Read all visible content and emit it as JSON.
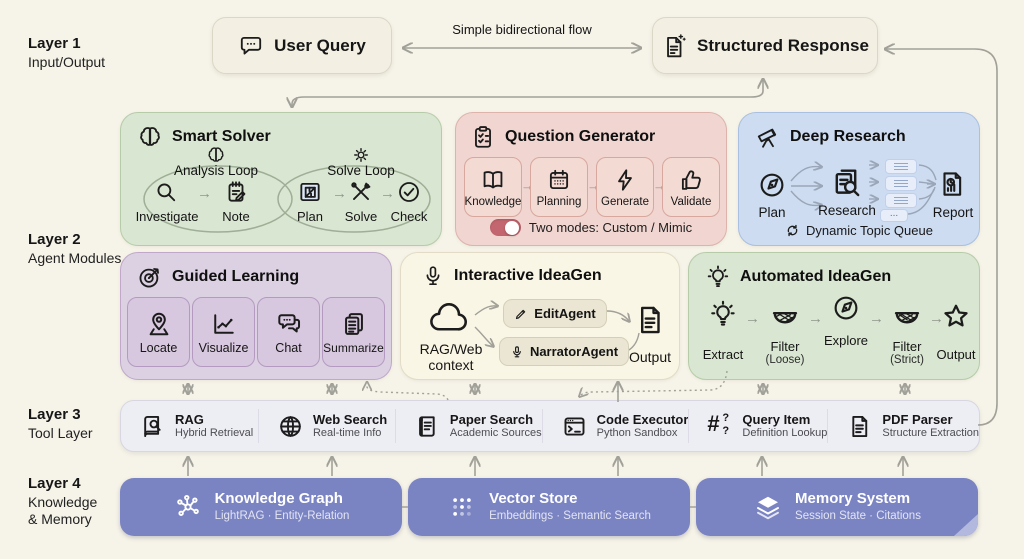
{
  "labels": {
    "layer1": {
      "title": "Layer 1",
      "subtitle": "Input/Output"
    },
    "layer2": {
      "title": "Layer 2",
      "subtitle": "Agent Modules"
    },
    "layer3": {
      "title": "Layer 3",
      "subtitle": "Tool Layer"
    },
    "layer4": {
      "title": "Layer 4",
      "subtitle_line1": "Knowledge",
      "subtitle_line2": "& Memory"
    }
  },
  "io": {
    "user_query": {
      "label": "User Query",
      "icon": "chat-bubble-icon"
    },
    "structured_response": {
      "label": "Structured Response",
      "icon": "doc-sparkle-icon"
    },
    "flow_label": "Simple bidirectional flow"
  },
  "smart_solver": {
    "title": "Smart Solver",
    "icon": "brain-icon",
    "analysis_loop": {
      "label": "Analysis Loop",
      "icon": "brain-icon",
      "steps": [
        {
          "label": "Investigate",
          "icon": "magnifier-icon"
        },
        {
          "label": "Note",
          "icon": "note-pencil-icon"
        }
      ]
    },
    "solve_loop": {
      "label": "Solve Loop",
      "icon": "gear-icon",
      "steps": [
        {
          "label": "Plan",
          "icon": "blueprint-icon"
        },
        {
          "label": "Solve",
          "icon": "tools-icon"
        },
        {
          "label": "Check",
          "icon": "check-circle-icon"
        }
      ]
    }
  },
  "question_generator": {
    "title": "Question Generator",
    "icon": "clipboard-check-icon",
    "steps": [
      {
        "label": "Knowledge",
        "icon": "open-book-icon"
      },
      {
        "label": "Planning",
        "icon": "calendar-icon"
      },
      {
        "label": "Generate",
        "icon": "lightning-icon"
      },
      {
        "label": "Validate",
        "icon": "thumbs-up-icon"
      }
    ],
    "modes_note": "Two modes: Custom / Mimic"
  },
  "deep_research": {
    "title": "Deep Research",
    "icon": "telescope-icon",
    "plan_label": "Plan",
    "research_label": "Research",
    "report_label": "Report",
    "queue_ellipsis": "...",
    "footer": "Dynamic Topic Queue",
    "footer_icon": "refresh-icon"
  },
  "guided_learning": {
    "title": "Guided Learning",
    "icon": "target-icon",
    "steps": [
      {
        "label": "Locate",
        "icon": "map-pin-icon"
      },
      {
        "label": "Visualize",
        "icon": "line-chart-icon"
      },
      {
        "label": "Chat",
        "icon": "chat-double-icon"
      },
      {
        "label": "Summarize",
        "icon": "docs-icon"
      }
    ]
  },
  "interactive_ideagen": {
    "title": "Interactive IdeaGen",
    "icon": "microphone-icon",
    "context_line1": "RAG/Web",
    "context_line2": "context",
    "context_icon": "cloud-icon",
    "agents": [
      {
        "label": "EditAgent",
        "icon": "pencil-icon"
      },
      {
        "label": "NarratorAgent",
        "icon": "microphone-icon"
      }
    ],
    "output_label": "Output",
    "output_icon": "doc-lines-icon"
  },
  "automated_ideagen": {
    "title": "Automated IdeaGen",
    "icon": "lightbulb-icon",
    "steps": [
      {
        "label": "Extract",
        "sublabel": "",
        "icon": "lightbulb-icon"
      },
      {
        "label": "Filter",
        "sublabel": "(Loose)",
        "icon": "sieve-icon"
      },
      {
        "label": "Explore",
        "sublabel": "",
        "icon": "compass-icon"
      },
      {
        "label": "Filter",
        "sublabel": "(Strict)",
        "icon": "sieve-icon"
      },
      {
        "label": "Output",
        "sublabel": "",
        "icon": "star-icon"
      }
    ]
  },
  "tool_layer": {
    "items": [
      {
        "title": "RAG",
        "subtitle": "Hybrid Retrieval",
        "icon": "book-search-icon"
      },
      {
        "title": "Web Search",
        "subtitle": "Real-time Info",
        "icon": "globe-icon"
      },
      {
        "title": "Paper Search",
        "subtitle": "Academic Sources",
        "icon": "scroll-icon"
      },
      {
        "title": "Code Executor",
        "subtitle": "Python Sandbox",
        "icon": "terminal-icon"
      },
      {
        "title": "Query Item",
        "subtitle": "Definition Lookup",
        "icon": "hash-question-icon",
        "glyph_hash": "#",
        "glyph_question_1": "?",
        "glyph_question_2": "?"
      },
      {
        "title": "PDF Parser",
        "subtitle": "Structure Extraction",
        "icon": "document-icon"
      }
    ]
  },
  "memory_layer": {
    "items": [
      {
        "title": "Knowledge Graph",
        "subtitle": "LightRAG · Entity-Relation",
        "icon": "graph-network-icon"
      },
      {
        "title": "Vector Store",
        "subtitle": "Embeddings · Semantic Search",
        "icon": "dots-grid-icon"
      },
      {
        "title": "Memory System",
        "subtitle": "Session State · Citations",
        "icon": "layers-icon"
      }
    ]
  },
  "colors": {
    "background": "#f6f3e8",
    "green_module": "#d9e6d1",
    "pink_module": "#f0d5d0",
    "blue_module": "#cddcf0",
    "purple_module": "#dcd1e2",
    "cream_module": "#faf6e5",
    "tool_bar": "#ededf4",
    "memory_box": "#7b84c3",
    "arrow": "#a1a199",
    "toggle_on": "#c4666f"
  }
}
